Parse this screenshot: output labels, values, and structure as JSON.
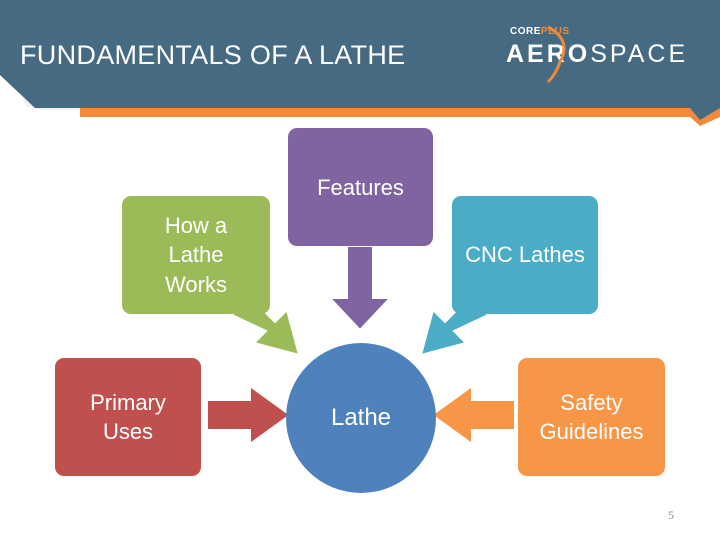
{
  "slide": {
    "title": "FUNDAMENTALS OF A LATHE",
    "page_number": "5"
  },
  "logo": {
    "top_left": "CORE",
    "top_right": "PLUS",
    "main_left": "AERO",
    "main_right": "SPACE"
  },
  "diagram": {
    "center": "Lathe",
    "nodes": {
      "how_it_works": "How a\nLathe\nWorks",
      "features": "Features",
      "cnc": "CNC Lathes",
      "primary_uses": "Primary\nUses",
      "safety": "Safety\nGuidelines"
    }
  },
  "colors": {
    "header": "#466a82",
    "header_orange": "#ef8b3a",
    "green": "#9bbb59",
    "purple": "#8064a2",
    "cyan": "#4bacc6",
    "red": "#c0504d",
    "blue": "#4f81bd",
    "orange": "#f79646"
  }
}
